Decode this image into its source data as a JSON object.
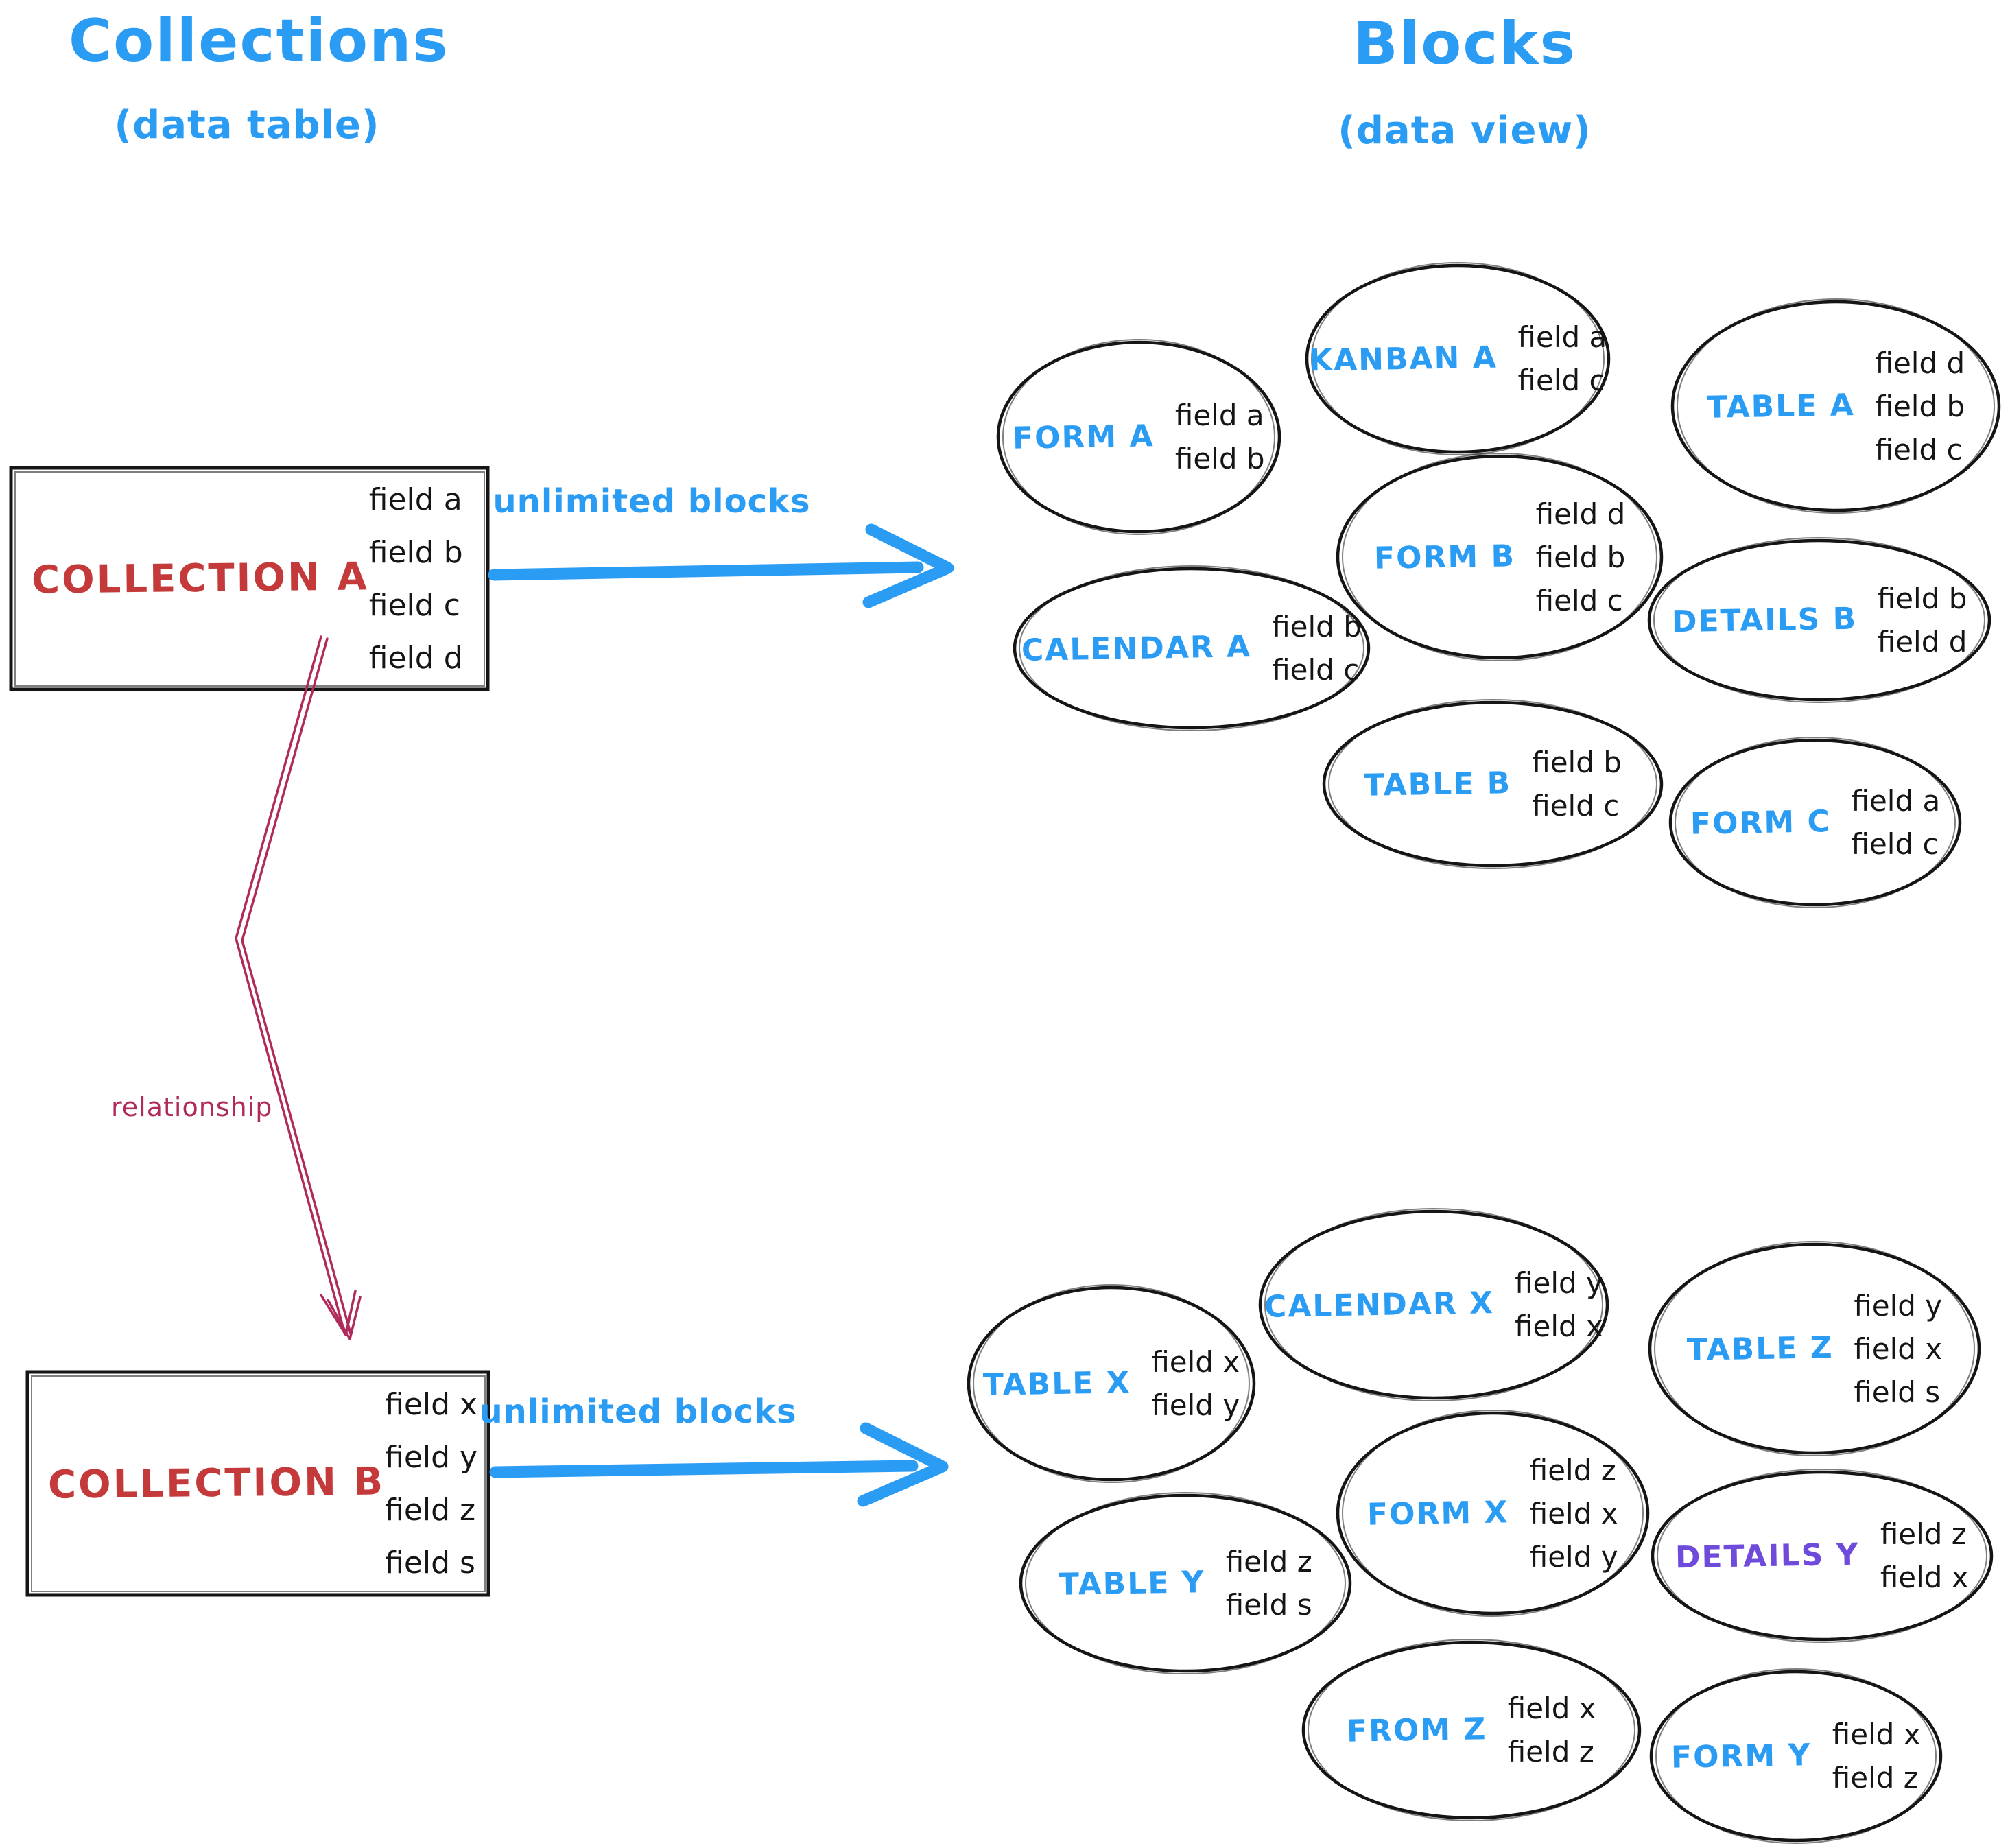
{
  "colors": {
    "blue": "#2b9cf4",
    "red": "#c43a3a",
    "crimson": "#b02a5b",
    "purple": "#6f4bdb",
    "ink": "#151515"
  },
  "titles": {
    "left": {
      "title": "Collections",
      "subtitle": "(data table)"
    },
    "right": {
      "title": "Blocks",
      "subtitle": "(data view)"
    }
  },
  "collections": [
    {
      "label": "COLLECTION A",
      "color": "red",
      "fields": [
        "field a",
        "field b",
        "field c",
        "field d"
      ]
    },
    {
      "label": "COLLECTION B",
      "color": "red",
      "fields": [
        "field x",
        "field y",
        "field z",
        "field s"
      ]
    }
  ],
  "arrows": [
    {
      "id": "unlimited-blocks-a",
      "label": "unlimited blocks"
    },
    {
      "id": "unlimited-blocks-b",
      "label": "unlimited blocks"
    },
    {
      "id": "relationship",
      "label": "relationship"
    }
  ],
  "blocks_a": [
    {
      "label": "FORM A",
      "color": "blue",
      "fields": [
        "field a",
        "field b"
      ]
    },
    {
      "label": "KANBAN A",
      "color": "blue",
      "fields": [
        "field a",
        "field c"
      ]
    },
    {
      "label": "TABLE A",
      "color": "blue",
      "fields": [
        "field d",
        "field b",
        "field c"
      ]
    },
    {
      "label": "CALENDAR A",
      "color": "blue",
      "fields": [
        "field b",
        "field c"
      ]
    },
    {
      "label": "FORM B",
      "color": "blue",
      "fields": [
        "field d",
        "field b",
        "field c"
      ]
    },
    {
      "label": "DETAILS B",
      "color": "blue",
      "fields": [
        "field b",
        "field d"
      ]
    },
    {
      "label": "TABLE B",
      "color": "blue",
      "fields": [
        "field b",
        "field c"
      ]
    },
    {
      "label": "FORM C",
      "color": "blue",
      "fields": [
        "field a",
        "field c"
      ]
    }
  ],
  "blocks_b": [
    {
      "label": "TABLE X",
      "color": "blue",
      "fields": [
        "field x",
        "field y"
      ]
    },
    {
      "label": "CALENDAR X",
      "color": "blue",
      "fields": [
        "field y",
        "field x"
      ]
    },
    {
      "label": "TABLE Z",
      "color": "blue",
      "fields": [
        "field y",
        "field x",
        "field s"
      ]
    },
    {
      "label": "FORM X",
      "color": "blue",
      "fields": [
        "field z",
        "field x",
        "field y"
      ]
    },
    {
      "label": "TABLE Y",
      "color": "blue",
      "fields": [
        "field z",
        "field s"
      ]
    },
    {
      "label": "DETAILS Y",
      "color": "purple",
      "fields": [
        "field z",
        "field x"
      ]
    },
    {
      "label": "FROM Z",
      "color": "blue",
      "fields": [
        "field x",
        "field z"
      ]
    },
    {
      "label": "FORM Y",
      "color": "blue",
      "fields": [
        "field x",
        "field z"
      ]
    }
  ]
}
